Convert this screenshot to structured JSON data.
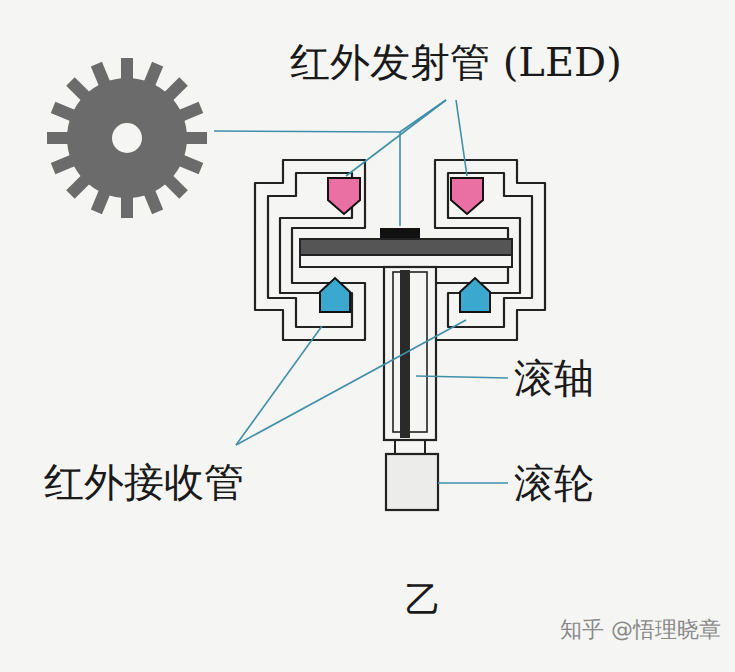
{
  "diagram": {
    "caption": "乙",
    "labels": [
      "红外发射管 (LED)",
      "滚轴",
      "红外接收管",
      "滚轮",
      "知乎 @悟理晓章"
    ]
  }
}
